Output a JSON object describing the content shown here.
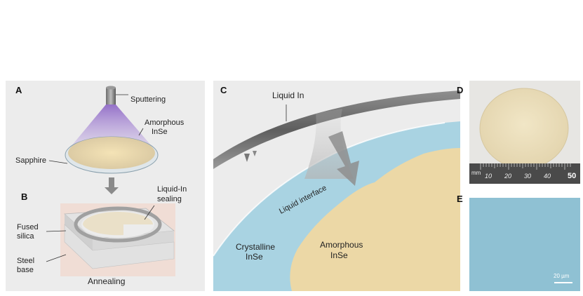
{
  "panels": {
    "A": {
      "label": "A",
      "sputtering": "Sputtering",
      "amorphous_line1": "Amorphous",
      "amorphous_line2": "InSe",
      "sapphire": "Sapphire"
    },
    "B": {
      "label": "B",
      "liquid_in_line1": "Liquid-In",
      "liquid_in_line2": "sealing",
      "fused_line1": "Fused",
      "fused_line2": "silica",
      "steel_line1": "Steel",
      "steel_line2": "base",
      "annealing": "Annealing"
    },
    "C": {
      "label": "C",
      "liquid_in": "Liquid In",
      "liquid_interface": "Liquid interface",
      "crystalline_line1": "Crystalline",
      "crystalline_line2": "InSe",
      "amorphous_line1": "Amorphous",
      "amorphous_line2": "InSe"
    },
    "D": {
      "label": "D",
      "ruler_unit": "mm",
      "ruler_ticks": [
        "10",
        "20",
        "30",
        "40",
        "50"
      ]
    },
    "E": {
      "label": "E",
      "scalebar": "20 µm"
    }
  },
  "colors": {
    "panel_bg": "#ececec",
    "crystalline": "#a9d3e2",
    "amorphous": "#ecd8a6",
    "plasma": "#9b79c9",
    "micrograph": "#8fc1d3",
    "annealing_glow": "#f2c0a8"
  }
}
